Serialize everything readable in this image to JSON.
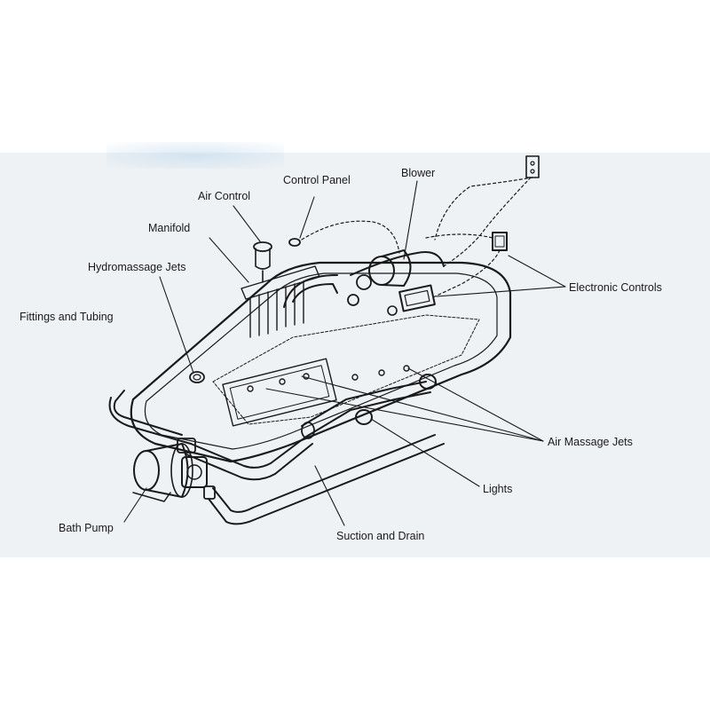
{
  "labels": {
    "control_panel": "Control Panel",
    "blower": "Blower",
    "air_control": "Air Control",
    "manifold": "Manifold",
    "hydromassage_jets": "Hydromassage Jets",
    "electronic_controls": "Electronic Controls",
    "fittings_and_tubing": "Fittings and Tubing",
    "air_massage_jets": "Air Massage  Jets",
    "lights": "Lights",
    "bath_pump": "Bath Pump",
    "suction_and_drain": "Suction and Drain"
  },
  "colors": {
    "background": "#ffffff",
    "panel": "#eef2f5",
    "line": "#1a1a1a",
    "label_text": "#1a1a1a"
  }
}
